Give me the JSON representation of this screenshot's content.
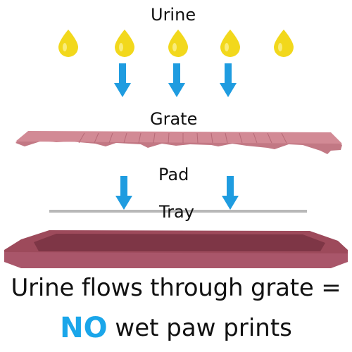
{
  "labels": {
    "urine": "Urine",
    "grate": "Grate",
    "pad": "Pad",
    "tray": "Tray"
  },
  "caption": {
    "line1": "Urine flows through grate =",
    "emphasis": "NO",
    "line2_rest": "wet paw prints"
  },
  "colors": {
    "drop": "#f2d81c",
    "arrow": "#1f9ce0",
    "grate": "#c77b86",
    "tray": "#9c4a5a",
    "pad": "#b7b7b7",
    "emphasis": "#1aa6ea"
  },
  "icons": {
    "drop": "water-drop-icon",
    "arrow": "down-arrow-icon"
  }
}
